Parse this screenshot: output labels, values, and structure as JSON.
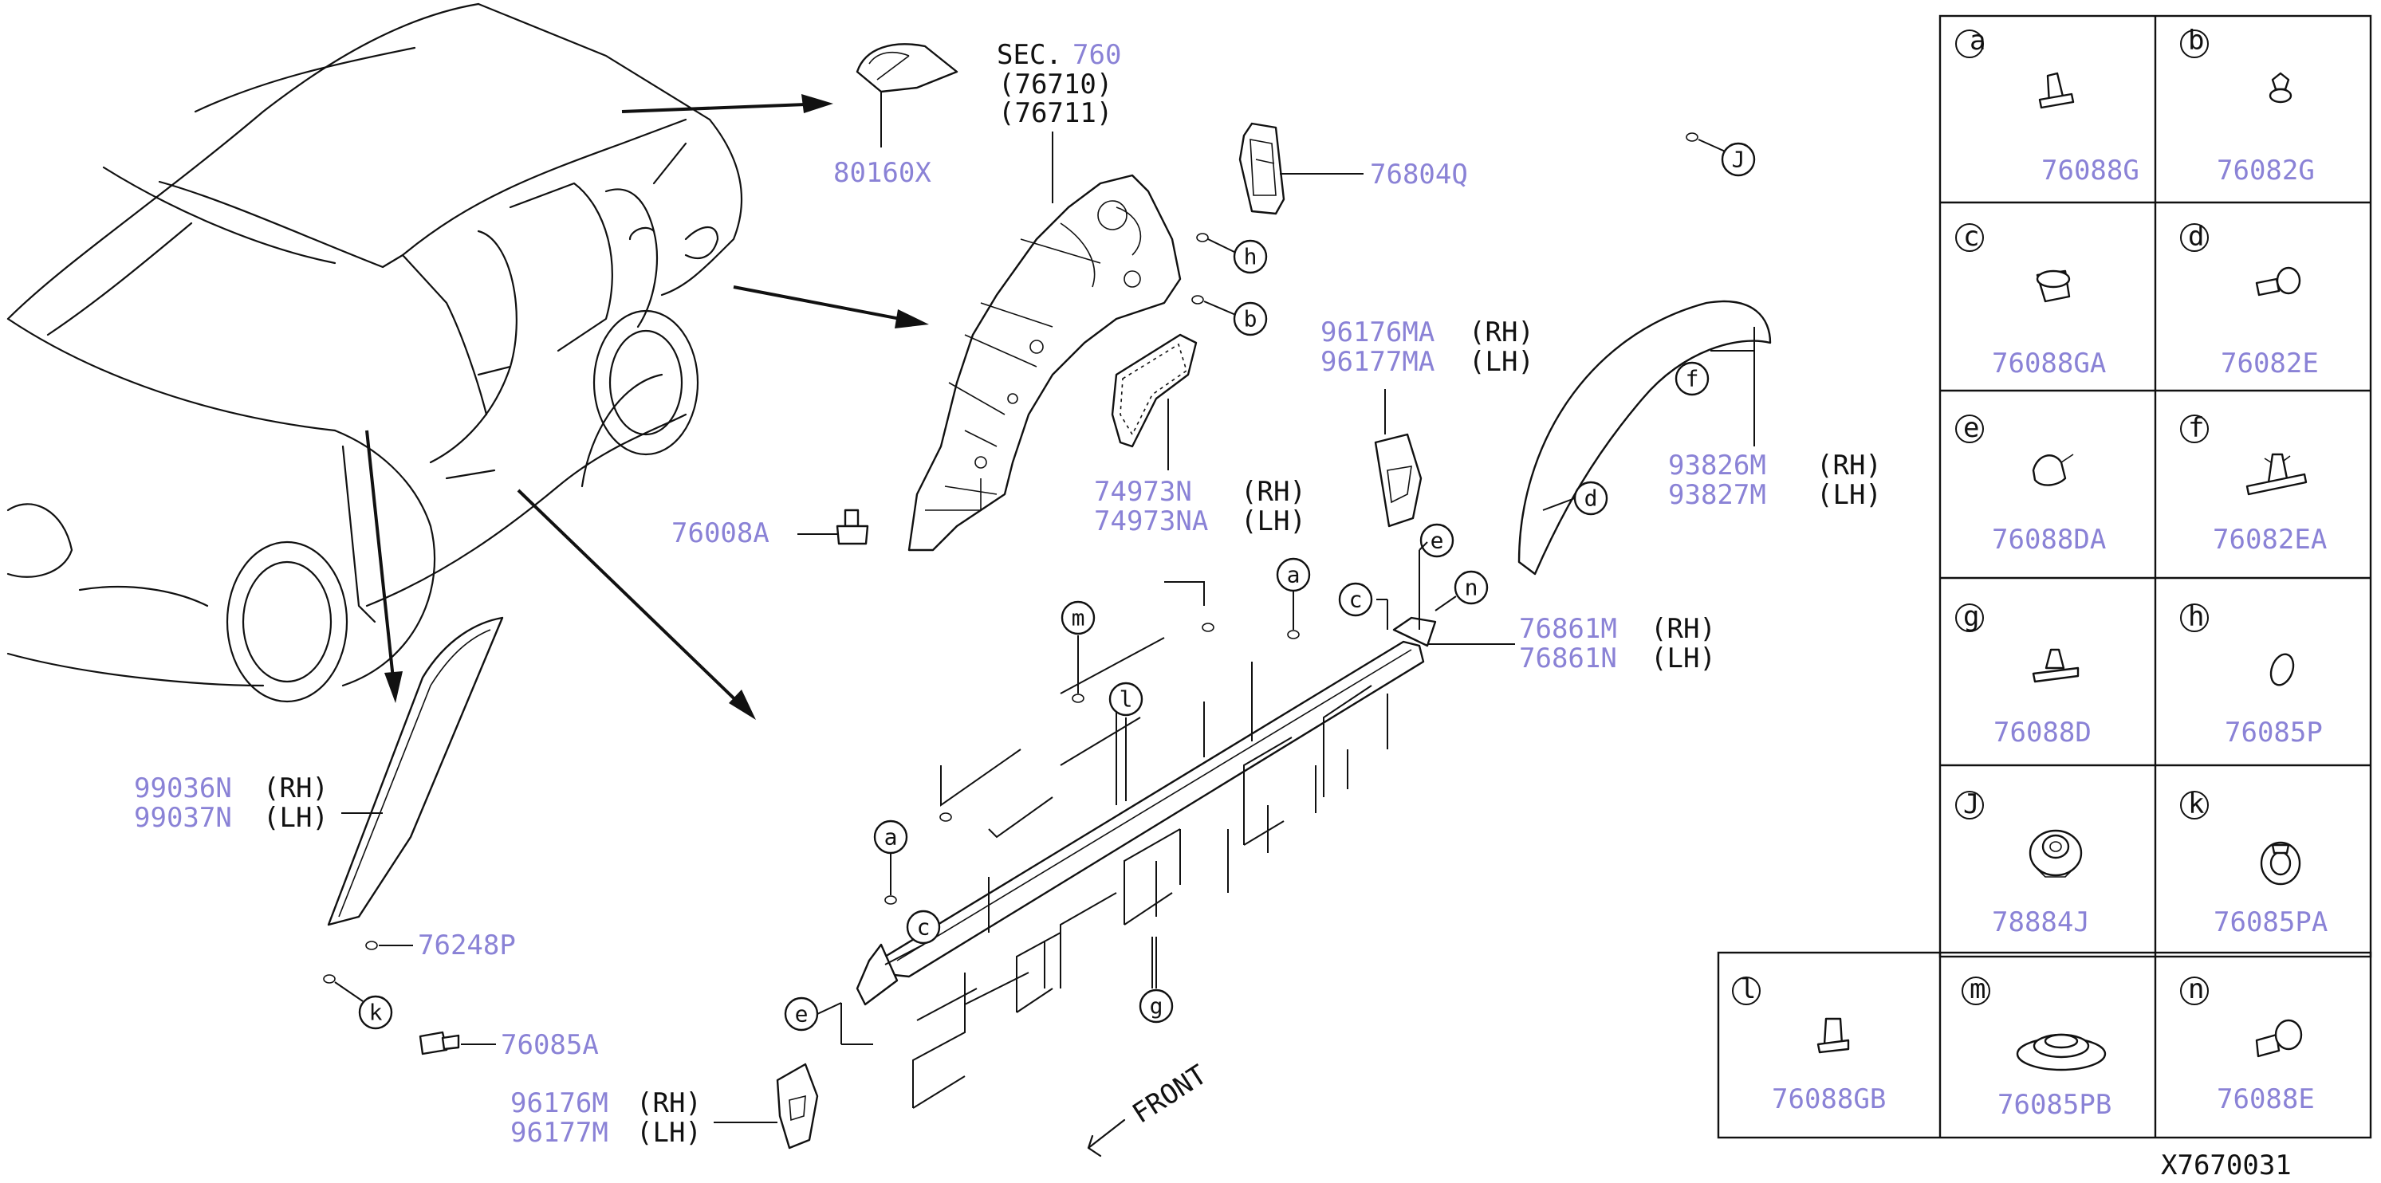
{
  "diagram_id": "X7670031",
  "section_ref": {
    "prefix": "SEC.",
    "number": "760",
    "parts": [
      "(76710)",
      "(76711)"
    ]
  },
  "labels": {
    "80160X": "80160X",
    "76804Q": "76804Q",
    "96176MA": "96176MA",
    "96177MA": "96177MA",
    "74973N": "74973N",
    "74973NA": "74973NA",
    "76008A": "76008A",
    "93826M": "93826M",
    "93827M": "93827M",
    "76861M": "76861M",
    "76861N": "76861N",
    "99036N": "99036N",
    "99037N": "99037N",
    "76248P": "76248P",
    "76085A": "76085A",
    "96176M": "96176M",
    "96177M": "96177M"
  },
  "side": {
    "rh": "(RH)",
    "lh": "(LH)"
  },
  "front_label": "FRONT",
  "callouts": {
    "a": "a",
    "b": "b",
    "c": "c",
    "d": "d",
    "e": "e",
    "f": "f",
    "g": "g",
    "h": "h",
    "j": "J",
    "k": "k",
    "l": "l",
    "m": "m",
    "n": "n"
  },
  "legend": [
    {
      "letter": "a",
      "part": "76088G",
      "icon": "push-clip-icon"
    },
    {
      "letter": "b",
      "part": "76082G",
      "icon": "round-clip-icon"
    },
    {
      "letter": "c",
      "part": "76088GA",
      "icon": "grommet-clip-icon"
    },
    {
      "letter": "d",
      "part": "76082E",
      "icon": "screw-clip-icon"
    },
    {
      "letter": "e",
      "part": "76088DA",
      "icon": "cone-clip-icon"
    },
    {
      "letter": "f",
      "part": "76082EA",
      "icon": "fir-tree-clip-icon"
    },
    {
      "letter": "g",
      "part": "76088D",
      "icon": "arrow-clip-icon"
    },
    {
      "letter": "h",
      "part": "76085P",
      "icon": "oval-plug-icon"
    },
    {
      "letter": "J",
      "part": "78884J",
      "icon": "retainer-clip-icon"
    },
    {
      "letter": "k",
      "part": "76085PA",
      "icon": "ring-plug-icon"
    },
    {
      "letter": "l",
      "part": "76088GB",
      "icon": "square-clip-icon"
    },
    {
      "letter": "m",
      "part": "76085PB",
      "icon": "flat-grommet-icon"
    },
    {
      "letter": "n",
      "part": "76088E",
      "icon": "stud-clip-icon"
    }
  ]
}
